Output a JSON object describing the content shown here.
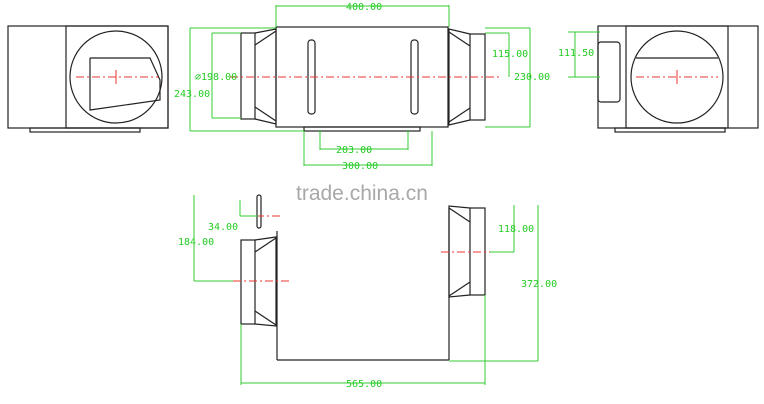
{
  "watermark": "trade.china.cn",
  "top_view": {
    "width_label": "400.00",
    "diameter_label": "⌀198.00",
    "height_label": "243.00",
    "center_height_label": "115.00",
    "outlet_height_label": "230.00",
    "mount_inner_label": "203.00",
    "mount_outer_label": "300.00"
  },
  "right_view": {
    "offset_label": "111.50"
  },
  "front_view": {
    "top_offset_label": "34.00",
    "left_center_label": "184.00",
    "right_center_label": "118.00",
    "height_label": "372.00",
    "total_width_label": "565.00"
  },
  "colors": {
    "dimension": "#33cc33",
    "centerline": "#ee3333",
    "outline": "#222222"
  }
}
